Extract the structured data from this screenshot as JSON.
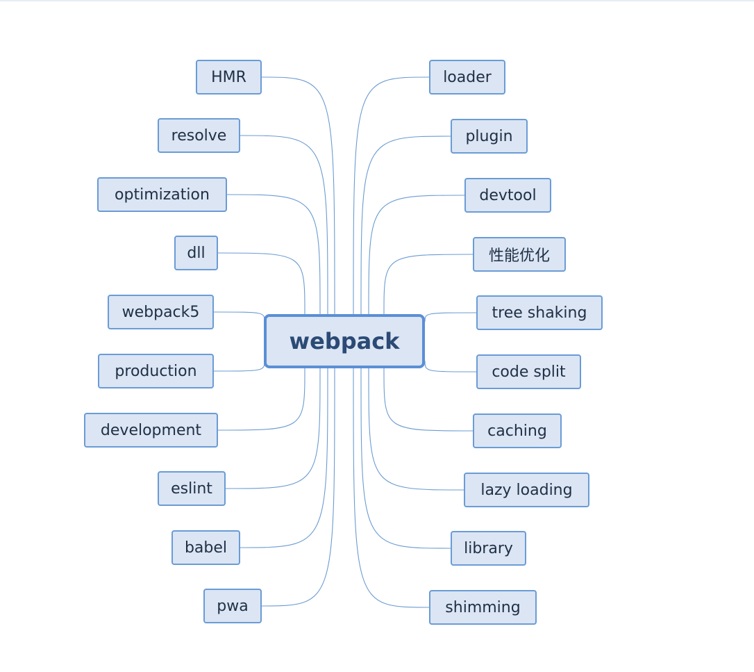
{
  "root": {
    "label": "webpack"
  },
  "left_topics": [
    {
      "label": "HMR"
    },
    {
      "label": "resolve"
    },
    {
      "label": "optimization"
    },
    {
      "label": "dll"
    },
    {
      "label": "webpack5"
    },
    {
      "label": "production"
    },
    {
      "label": "development"
    },
    {
      "label": "eslint"
    },
    {
      "label": "babel"
    },
    {
      "label": "pwa"
    }
  ],
  "right_topics": [
    {
      "label": "loader"
    },
    {
      "label": "plugin"
    },
    {
      "label": "devtool"
    },
    {
      "label": "性能优化"
    },
    {
      "label": "tree shaking"
    },
    {
      "label": "code split"
    },
    {
      "label": "caching"
    },
    {
      "label": "lazy loading"
    },
    {
      "label": "library"
    },
    {
      "label": "shimming"
    }
  ],
  "colors": {
    "node_fill": "#dbe5f3",
    "node_border": "#6a9bd6",
    "root_border": "#5a8fd6",
    "link": "#6b9bd1",
    "text": "#1f2f45"
  }
}
